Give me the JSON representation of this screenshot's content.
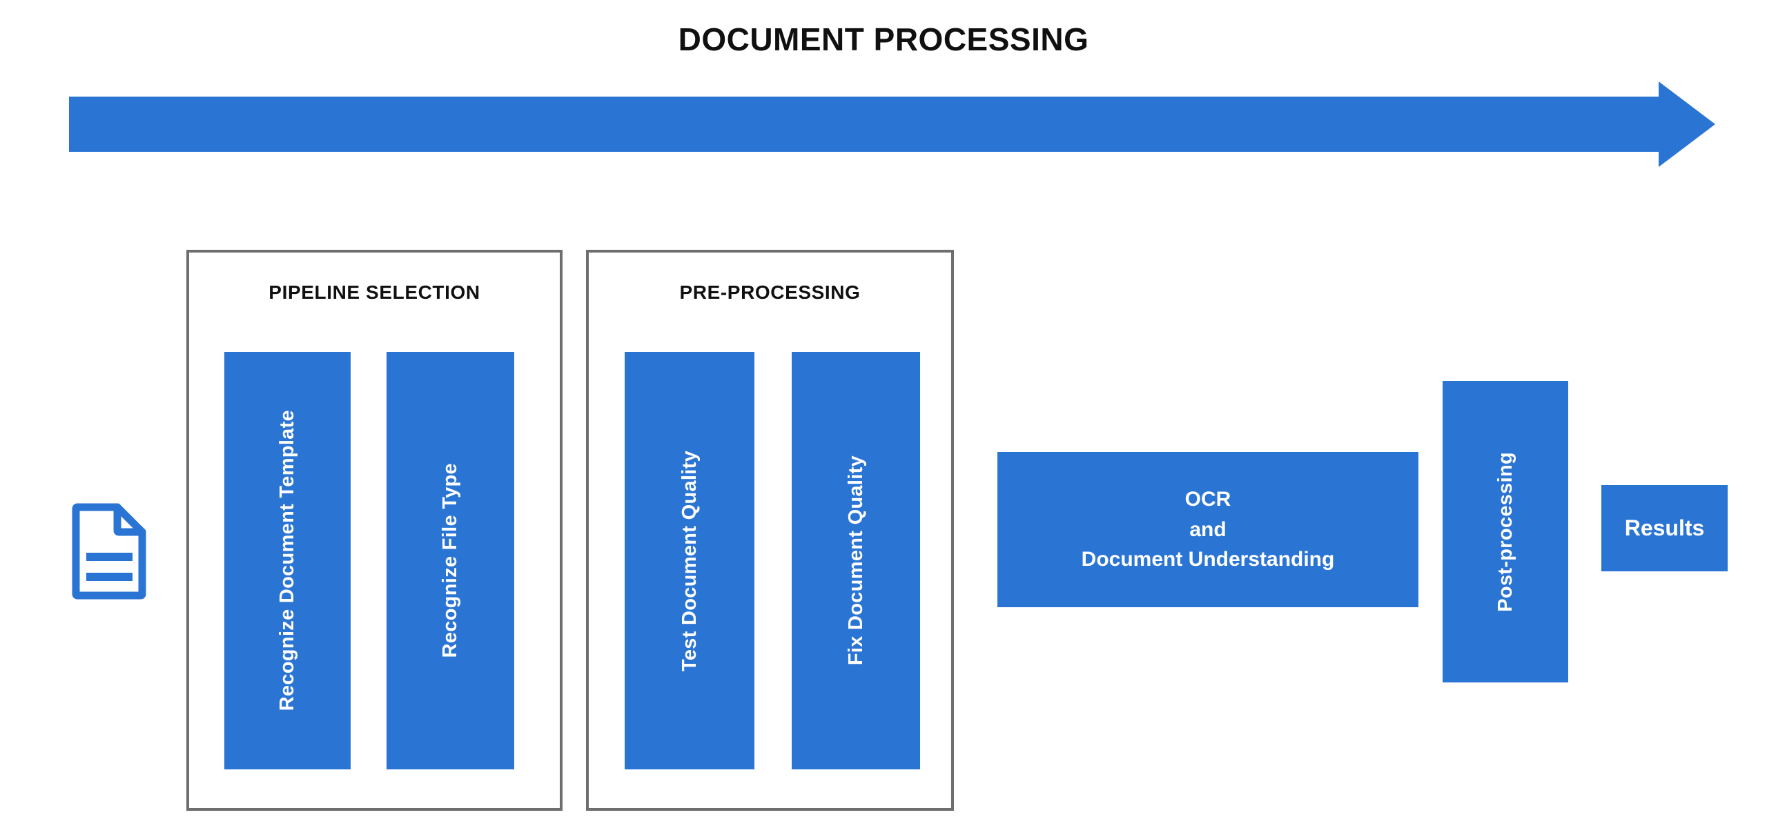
{
  "title": "DOCUMENT PROCESSING",
  "colors": {
    "box_blue": "#2a74d4",
    "arrow_blue": "#2a74d4",
    "panel_border": "#6e6e6e",
    "box_text": "#ffffff",
    "title_text": "#101010",
    "background": "#ffffff"
  },
  "flow_arrow": {
    "name": "process-direction-arrow",
    "direction": "left-to-right"
  },
  "input": {
    "icon": "document-icon",
    "label": ""
  },
  "panels": [
    {
      "id": "pipeline-selection",
      "title": "PIPELINE SELECTION",
      "steps": [
        {
          "id": "recognize-document-template",
          "label": "Recognize Document Template",
          "orientation": "vertical"
        },
        {
          "id": "recognize-file-type",
          "label": "Recognize File Type",
          "orientation": "vertical"
        }
      ]
    },
    {
      "id": "pre-processing",
      "title": "PRE-PROCESSING",
      "steps": [
        {
          "id": "test-document-quality",
          "label": "Test Document Quality",
          "orientation": "vertical"
        },
        {
          "id": "fix-document-quality",
          "label": "Fix Document Quality",
          "orientation": "vertical"
        }
      ]
    }
  ],
  "standalone_steps": [
    {
      "id": "ocr-and-document-understanding",
      "label": "OCR\nand\nDocument Understanding",
      "orientation": "horizontal"
    },
    {
      "id": "post-processing",
      "label": "Post-processing",
      "orientation": "vertical"
    },
    {
      "id": "results",
      "label": "Results",
      "orientation": "horizontal"
    }
  ]
}
